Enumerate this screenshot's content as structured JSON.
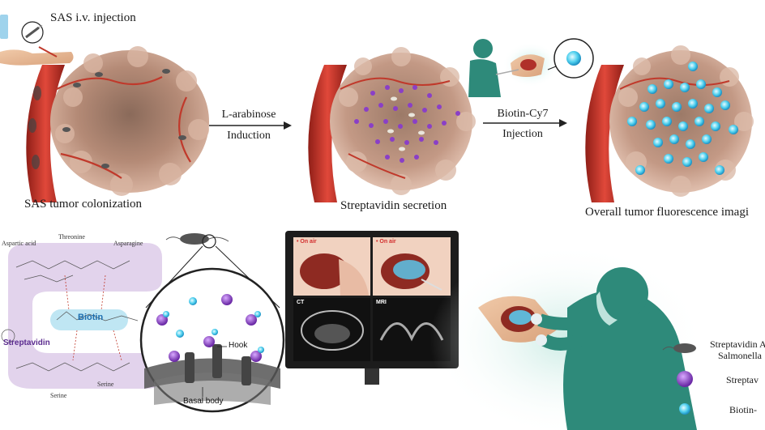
{
  "top_panel": {
    "injection_label": "SAS i.v. injection",
    "step1_caption": "SAS tumor colonization",
    "arrow1_top": "L-arabinose",
    "arrow1_bottom": "Induction",
    "step2_caption": "Streptavidin secretion",
    "arrow2_top": "Biotin-Cy7",
    "arrow2_bottom": "Injection",
    "step3_caption": "Overall tumor fluorescence imagi"
  },
  "binding_panel": {
    "aspartic_acid": "Aspartic acid",
    "threonine": "Threonine",
    "asparagine": "Asparagine",
    "biotin": "Biotin",
    "streptavidin": "Streptavidin",
    "serine_left": "Serine",
    "serine_right": "Serine"
  },
  "flagella_panel": {
    "hook": "Hook",
    "basal_body": "Basal body"
  },
  "monitor": {
    "on_air_left": "• On air",
    "on_air_right": "• On air",
    "ct": "CT",
    "mri": "MRI"
  },
  "legend": {
    "bacteria_line1": "Streptavidin A",
    "bacteria_line2": "Salmonella",
    "streptavidin": "Streptav",
    "biotin": "Biotin-"
  },
  "colors": {
    "vessel": "#c8342a",
    "tumor": "#b98a74",
    "streptavidin_purple": "#8a3fc7",
    "biotin_cyan": "#2cc6e8",
    "surgeon_teal": "#2e8a7a",
    "monitor_bezel": "#1c1c1c"
  }
}
